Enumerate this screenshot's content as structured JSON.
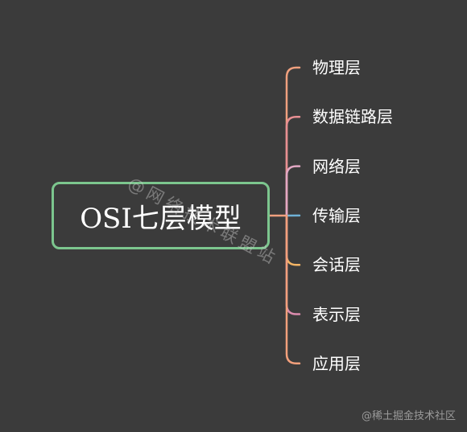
{
  "root": {
    "label": "OSI七层模型",
    "border_color": "#7cc68e"
  },
  "children": [
    {
      "label": "物理层",
      "color": "#f0a07e"
    },
    {
      "label": "数据链路层",
      "color": "#e88f93"
    },
    {
      "label": "网络层",
      "color": "#e3a8c4"
    },
    {
      "label": "传输层",
      "color": "#6fb1d6"
    },
    {
      "label": "会话层",
      "color": "#f4b565"
    },
    {
      "label": "表示层",
      "color": "#dc8cae"
    },
    {
      "label": "应用层",
      "color": "#f3a07c"
    }
  ],
  "watermark": "@网络技术联盟站",
  "credit": "@稀土掘金技术社区"
}
